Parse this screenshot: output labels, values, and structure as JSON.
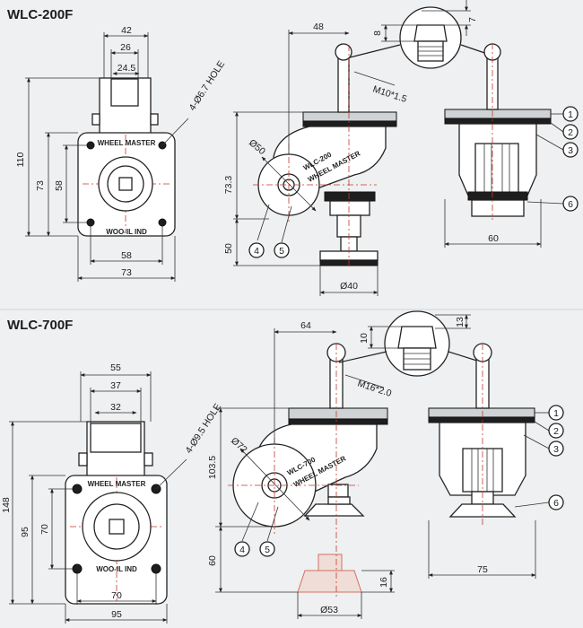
{
  "colors": {
    "background": "#eef0f1",
    "line": "#222222",
    "centerline": "#c43a2a",
    "dark_part": "#1e1e1e"
  },
  "sections": [
    {
      "title": "WLC-200F",
      "plate_text_top": "WHEEL MASTER",
      "plate_text_bottom": "WOO-IL IND",
      "wheel_text_1": "WLC-200",
      "wheel_text_2": "WHEEL MASTER",
      "hole_note": "4-Ø6.7 HOLE",
      "thread_note": "M10*1.5",
      "dims": {
        "top_width": "42",
        "mid_width": "26",
        "inner_width": "24.5",
        "total_height": "110",
        "plate_height": "73",
        "hole_spacing_v": "58",
        "hole_spacing_h": "58",
        "plate_width": "73",
        "offset": "48",
        "hex_height": "8",
        "hex_top": "7",
        "wheel_dia": "Ø50",
        "wheel_center_height": "73.3",
        "adjust_height": "50",
        "pad_dia": "Ø40",
        "side_width": "60"
      },
      "callouts": [
        "1",
        "2",
        "3",
        "4",
        "5",
        "6"
      ]
    },
    {
      "title": "WLC-700F",
      "plate_text_top": "WHEEL MASTER",
      "plate_text_bottom": "WOO-IL IND",
      "wheel_text_1": "WLC-700",
      "wheel_text_2": "WHEEL MASTER",
      "hole_note": "4-Ø9.5 HOLE",
      "thread_note": "M16*2.0",
      "dims": {
        "top_width": "55",
        "mid_width": "37",
        "inner_width": "32",
        "total_height": "148",
        "plate_height": "95",
        "hole_spacing_v": "70",
        "hole_spacing_h": "70",
        "plate_width": "95",
        "offset": "64",
        "hex_height": "10",
        "hex_top": "13",
        "wheel_dia": "Ø72",
        "wheel_center_height": "103.5",
        "adjust_height": "60",
        "pad_dia": "Ø53",
        "pad_height": "16",
        "side_width": "75"
      },
      "callouts": [
        "1",
        "2",
        "3",
        "4",
        "5",
        "6"
      ]
    }
  ]
}
